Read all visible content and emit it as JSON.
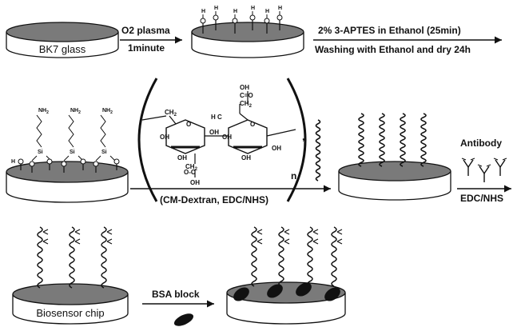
{
  "steps": {
    "glass_label": "BK7 glass",
    "plasma_line1": "O2 plasma",
    "plasma_line2": "1minute",
    "aptes_line1": "2% 3-APTES in Ethanol (25min)",
    "aptes_line2": "Washing with Ethanol and dry 24h",
    "dextran_label": "(CM-Dextran, EDC/NHS)",
    "antibody_label": "Antibody",
    "edc_label": "EDC/NHS",
    "chip_label": "Biosensor chip",
    "bsa_label": "BSA block"
  },
  "chem": {
    "hydroxyl": "H",
    "oxygen": "O",
    "silicon": "Si",
    "amine": "NH",
    "amine_sub": "2",
    "ch2": "CH",
    "ch2_sub": "2",
    "oh": "OH",
    "o": "O",
    "co": "C=O",
    "oc": "O-C",
    "h": "H",
    "c": "C",
    "n": "n",
    "comma": ","
  },
  "colors": {
    "disk_top": "#7a7a7a",
    "disk_side": "#ffffff",
    "ink": "#111111"
  }
}
